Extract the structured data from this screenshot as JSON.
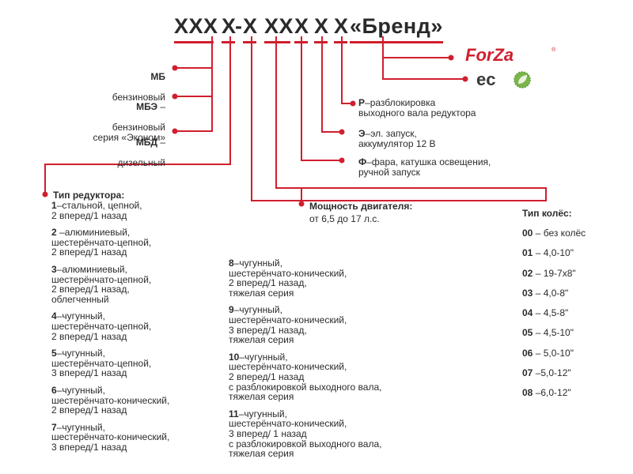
{
  "model_code": {
    "parts": [
      "XXX",
      "X",
      "-",
      "X",
      "XX",
      "X",
      "X",
      "X",
      "«Бренд»"
    ],
    "accent_color": "#d01f2e"
  },
  "engine_types": [
    {
      "code": "МБ",
      "desc": "бензиновый"
    },
    {
      "code": "МБЭ",
      "suffix": " –",
      "desc": "бензиновый\nсерия «Эконом»"
    },
    {
      "code": "МБД",
      "suffix": " –",
      "desc": "дизельный"
    }
  ],
  "options": [
    {
      "code": "Р",
      "desc": "–разблокировка\nвыходного вала редуктора"
    },
    {
      "code": "Э",
      "desc": "–эл. запуск,\nаккумулятор 12 В"
    },
    {
      "code": "Ф",
      "desc": "–фара, катушка освещения,\nручной запуск"
    }
  ],
  "power": {
    "title": "Мощность двигателя:",
    "value": "от 6,5 до 17 л.с."
  },
  "gearbox": {
    "title": "Тип редуктора:",
    "items_left": [
      {
        "code": "1",
        "desc": "–стальной, цепной,\n2 вперед/1 назад"
      },
      {
        "code": "2",
        "desc": " –алюминиевый,\nшестерёнчато-цепной,\n2 вперед/1 назад"
      },
      {
        "code": "3",
        "desc": "–алюминиевый,\nшестерёнчато-цепной,\n2 вперед/1 назад,\nоблегченный"
      },
      {
        "code": "4",
        "desc": "–чугунный,\nшестерёнчато-цепной,\n2 вперед/1 назад"
      },
      {
        "code": "5",
        "desc": "–чугунный,\nшестерёнчато-цепной,\n3 вперед/1 назад"
      },
      {
        "code": "6",
        "desc": "–чугунный,\nшестерёнчато-конический,\n2 вперед/1 назад"
      },
      {
        "code": "7",
        "desc": "–чугунный,\nшестерёнчато-конический,\n3 вперед/1 назад"
      }
    ],
    "items_mid": [
      {
        "code": "8",
        "desc": "–чугунный,\nшестерёнчато-конический,\n2 вперед/1 назад,\nтяжелая серия"
      },
      {
        "code": "9",
        "desc": "–чугунный,\nшестерёнчато-конический,\n3 вперед/1 назад,\nтяжелая серия"
      },
      {
        "code": "10",
        "desc": "–чугунный,\nшестерёнчато-конический,\n2 вперед/1 назад\nс разблокировкой выходного вала,\nтяжелая серия"
      },
      {
        "code": "11",
        "desc": "–чугунный,\nшестерёнчато-конический,\n3 вперед/ 1 назад\nс разблокировкой выходного вала,\nтяжелая серия"
      }
    ]
  },
  "wheels": {
    "title": "Тип колёс:",
    "items": [
      {
        "code": "00",
        "desc": " – без колёс"
      },
      {
        "code": "01",
        "desc": " – 4,0-10\""
      },
      {
        "code": "02",
        "desc": " – 19-7х8\""
      },
      {
        "code": "03",
        "desc": " – 4,0-8\""
      },
      {
        "code": "04",
        "desc": " – 4,5-8\""
      },
      {
        "code": "05",
        "desc": " – 4,5-10\""
      },
      {
        "code": "06",
        "desc": " – 5,0-10\""
      },
      {
        "code": "07",
        "desc": " –5,0-12\""
      },
      {
        "code": "08",
        "desc": " –6,0-12\""
      }
    ]
  },
  "brands": {
    "forza": {
      "text": "ForZa",
      "mark": "®",
      "color": "#d01f2e"
    },
    "eco": {
      "text": "ec",
      "color": "#3a3a3a",
      "leaf_color": "#7ab648"
    }
  }
}
